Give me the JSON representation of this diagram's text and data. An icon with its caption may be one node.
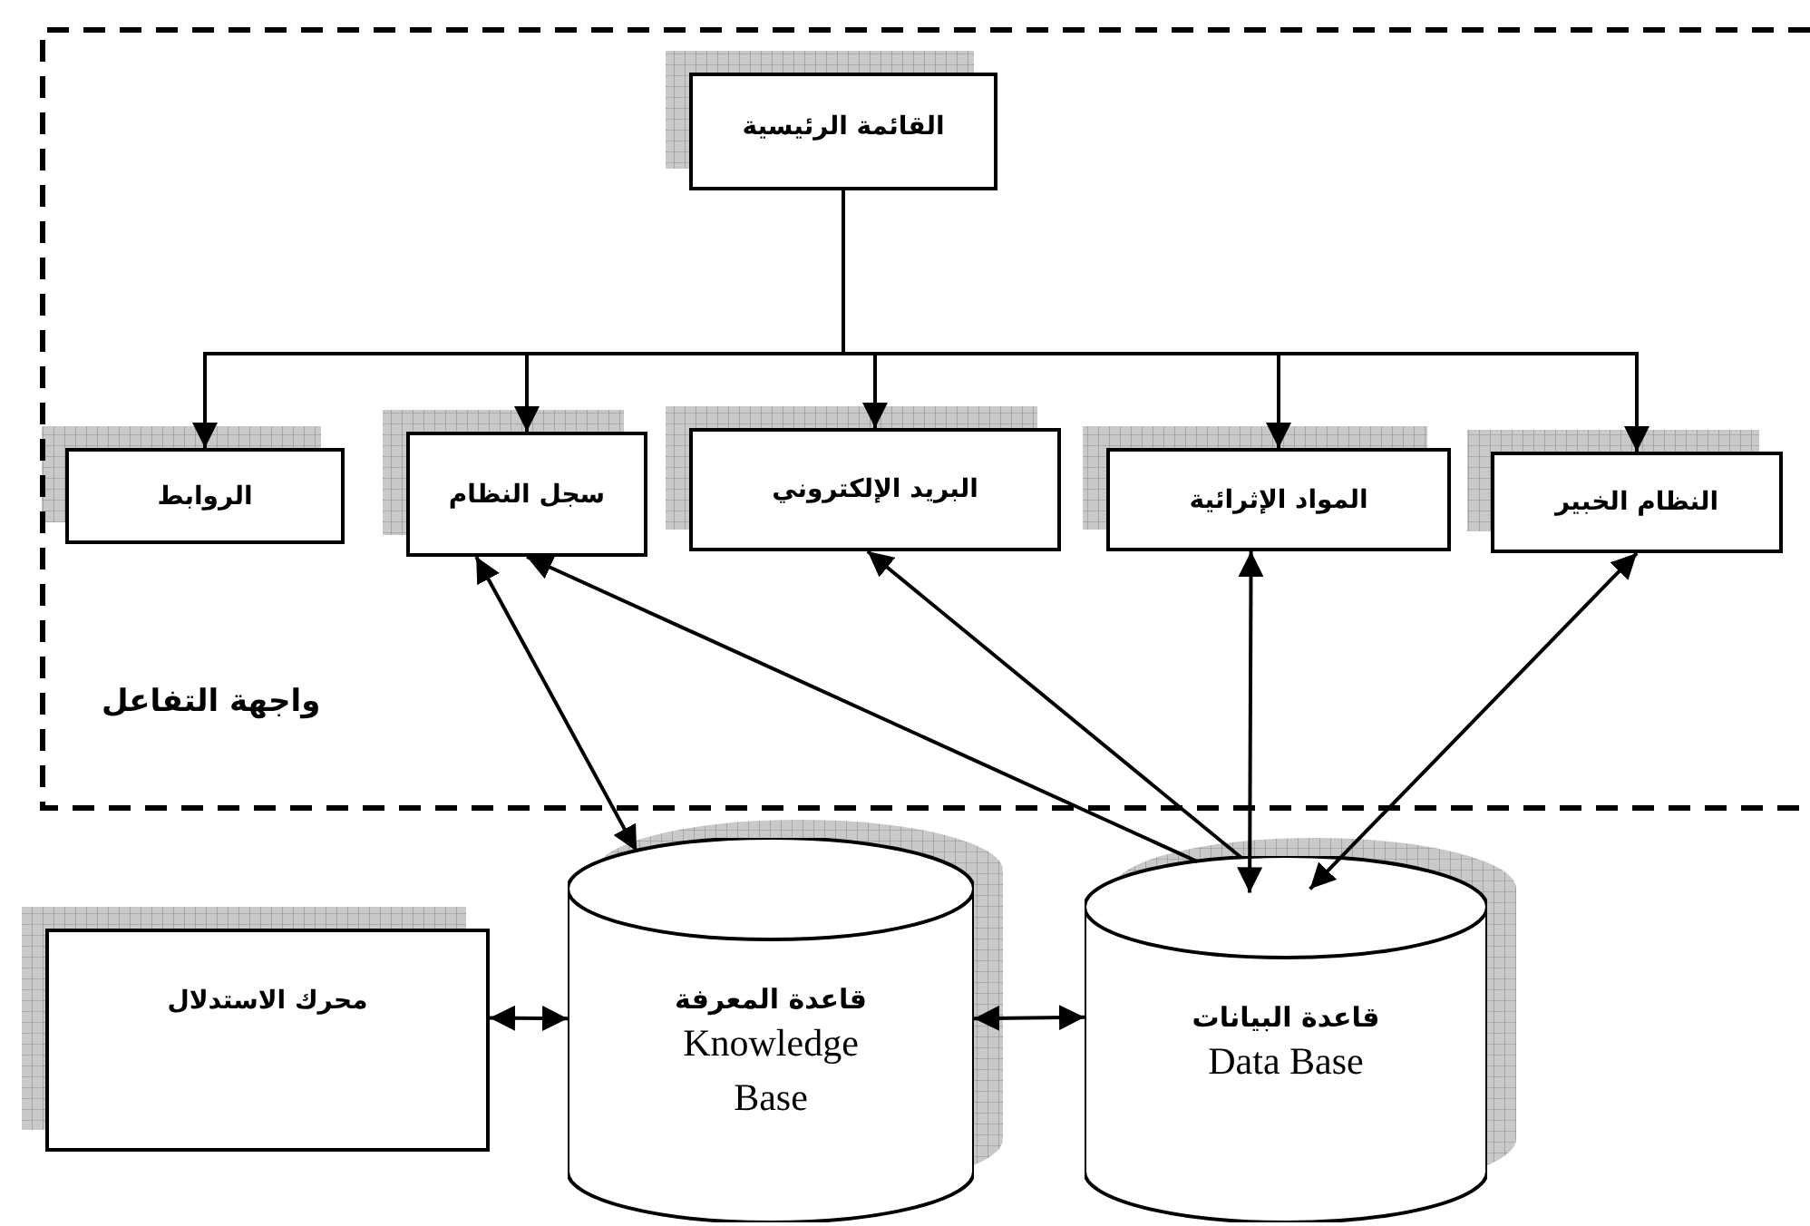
{
  "diagram": {
    "nodes": [
      {
        "text": [
          "واجهة التفاعل"
        ]
      },
      {
        "text": [
          "القائمة الرئيسية"
        ],
        "in": 0
      },
      {
        "text": [
          "الروابط"
        ],
        "in": 0
      },
      {
        "text": [
          "سجل النظام"
        ],
        "in": 0
      },
      {
        "text": [
          "البريد الإلكتروني"
        ],
        "in": 0
      },
      {
        "text": [
          "المواد الإثرائية"
        ],
        "in": 0
      },
      {
        "text": [
          "النظام الخبير"
        ],
        "in": 0
      },
      {
        "text": [
          "محرك الاستدلال"
        ]
      },
      {
        "text": [
          "قاعدة المعرفة",
          "Knowledge Base"
        ]
      },
      {
        "text": [
          "قاعدة البيانات",
          "Data Base"
        ]
      }
    ],
    "edges": [
      {
        "from": 1,
        "to": 2,
        "arrow": "to"
      },
      {
        "from": 1,
        "to": 3,
        "arrow": "to"
      },
      {
        "from": 1,
        "to": 4,
        "arrow": "to"
      },
      {
        "from": 1,
        "to": 5,
        "arrow": "to"
      },
      {
        "from": 1,
        "to": 6,
        "arrow": "to"
      },
      {
        "from": 3,
        "to": 8,
        "arrow": "both"
      },
      {
        "from": 9,
        "to": 3,
        "arrow": "to"
      },
      {
        "from": 9,
        "to": 4,
        "arrow": "to"
      },
      {
        "from": 5,
        "to": 9,
        "arrow": "both"
      },
      {
        "from": 6,
        "to": 9,
        "arrow": "both"
      },
      {
        "from": 7,
        "to": 8,
        "arrow": "both"
      },
      {
        "from": 8,
        "to": 9,
        "arrow": "both"
      }
    ]
  }
}
